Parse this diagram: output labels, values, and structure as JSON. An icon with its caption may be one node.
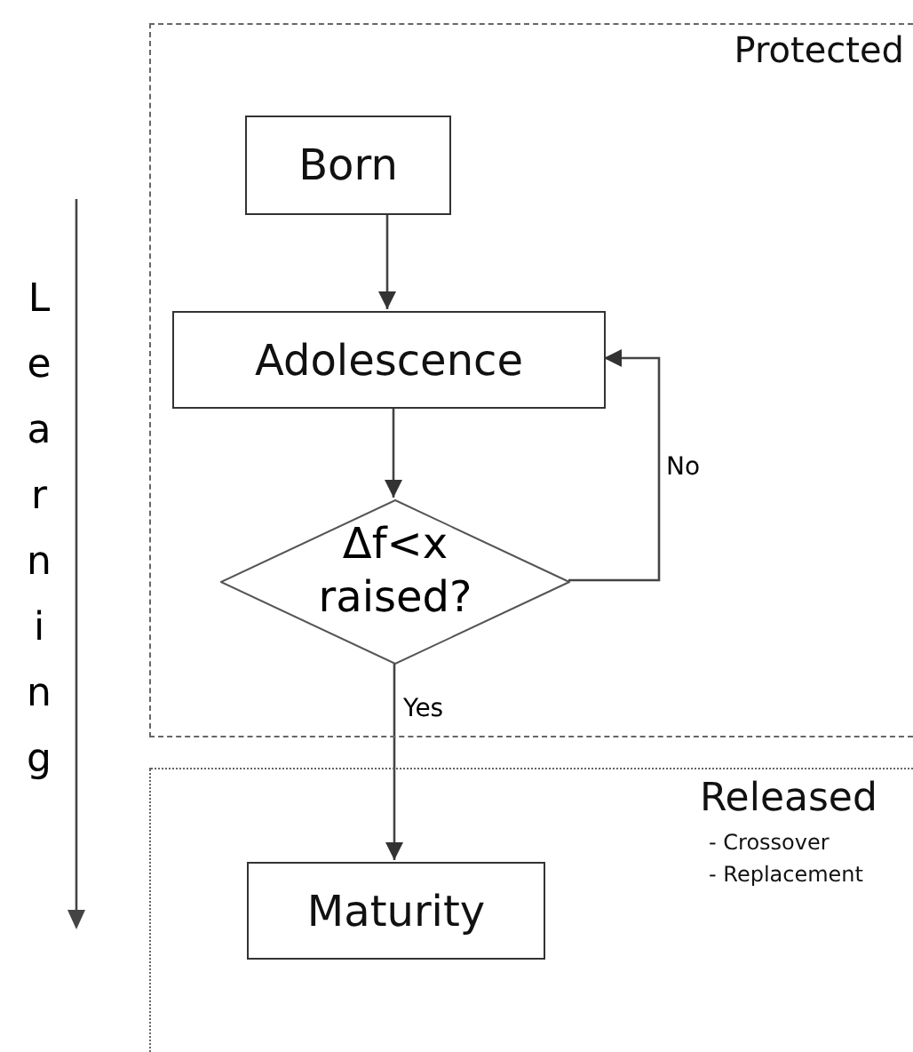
{
  "diagram": {
    "nodes": [
      {
        "text": [
          "Protected"
        ]
      },
      {
        "text": [
          "Born"
        ],
        "in": 0
      },
      {
        "text": [
          "Adolescence"
        ],
        "in": 0
      },
      {
        "text": [
          "Δf<x raised?"
        ],
        "in": 0
      },
      {
        "text": [
          "Released",
          "- Crossover",
          "- Replacement"
        ]
      },
      {
        "text": [
          "Maturity"
        ],
        "in": 4
      }
    ],
    "edges": [
      {
        "from": 1,
        "to": 2,
        "arrow": "to"
      },
      {
        "from": 2,
        "to": 3,
        "arrow": "to"
      },
      {
        "from": 3,
        "to": 2,
        "label": "No",
        "arrow": "to"
      },
      {
        "from": 3,
        "to": 5,
        "label": "Yes",
        "arrow": "to"
      }
    ],
    "labels": [
      "Learning"
    ]
  }
}
